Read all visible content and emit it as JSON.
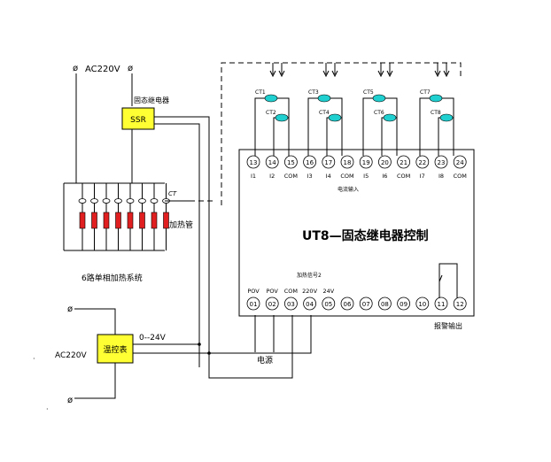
{
  "power_top": {
    "label": "AC220V"
  },
  "power_bottom": {
    "label": "AC220V"
  },
  "ssr": {
    "label": "SSR",
    "caption": "固态继电器",
    "color": "#ffff33"
  },
  "heater_bank": {
    "ct_label": "CT",
    "heater_label": "加热管",
    "caption": "6路单相加热系统",
    "color": "#e02020"
  },
  "temp_controller": {
    "label": "温控表",
    "output_label": "0--24V",
    "color": "#ffff33"
  },
  "controller": {
    "title": "UT8—固态继电器控制",
    "current_input_label": "电流输入",
    "heating_signal_label": "加热信号2",
    "upper_terminals": [
      "13",
      "14",
      "15",
      "16",
      "17",
      "18",
      "19",
      "20",
      "21",
      "22",
      "23",
      "24"
    ],
    "upper_labels": [
      "I1",
      "I2",
      "COM",
      "I3",
      "I4",
      "COM",
      "I5",
      "I6",
      "COM",
      "I7",
      "I8",
      "COM"
    ],
    "lower_terminals": [
      "01",
      "02",
      "03",
      "04",
      "05",
      "06",
      "07",
      "08",
      "09",
      "10",
      "11",
      "12"
    ],
    "lower_labels": [
      "POV",
      "POV",
      "COM",
      "220V",
      "24V"
    ]
  },
  "cts": [
    "CT1",
    "CT2",
    "CT3",
    "CT4",
    "CT5",
    "CT6",
    "CT7",
    "CT8"
  ],
  "power_label": "电源",
  "alarm_output_label": "报警输出",
  "colors": {
    "ct": "#20d0d0",
    "wire": "#000000"
  }
}
